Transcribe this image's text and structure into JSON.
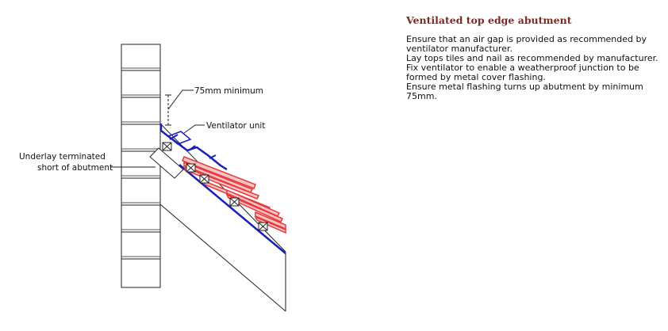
{
  "diagram": {
    "labels": {
      "min_gap": "75mm minimum",
      "ventilator": "Ventilator unit",
      "underlay_line1": "Underlay terminated",
      "underlay_line2": "short of abutment"
    },
    "colors": {
      "lines": "#222222",
      "flashing": "#1a1fb8",
      "tiles": "#e8383c"
    }
  },
  "notes": {
    "heading": "Ventilated top edge abutment",
    "paragraphs": [
      "Ensure that an air gap is provided as recommended by ventilator manufacturer.",
      "Lay tops tiles and nail as recommended by manufacturer.",
      "Fix ventilator to enable a weatherproof junction to be formed by metal cover flashing.",
      "Ensure metal flashing turns up abutment by minimum 75mm."
    ]
  }
}
